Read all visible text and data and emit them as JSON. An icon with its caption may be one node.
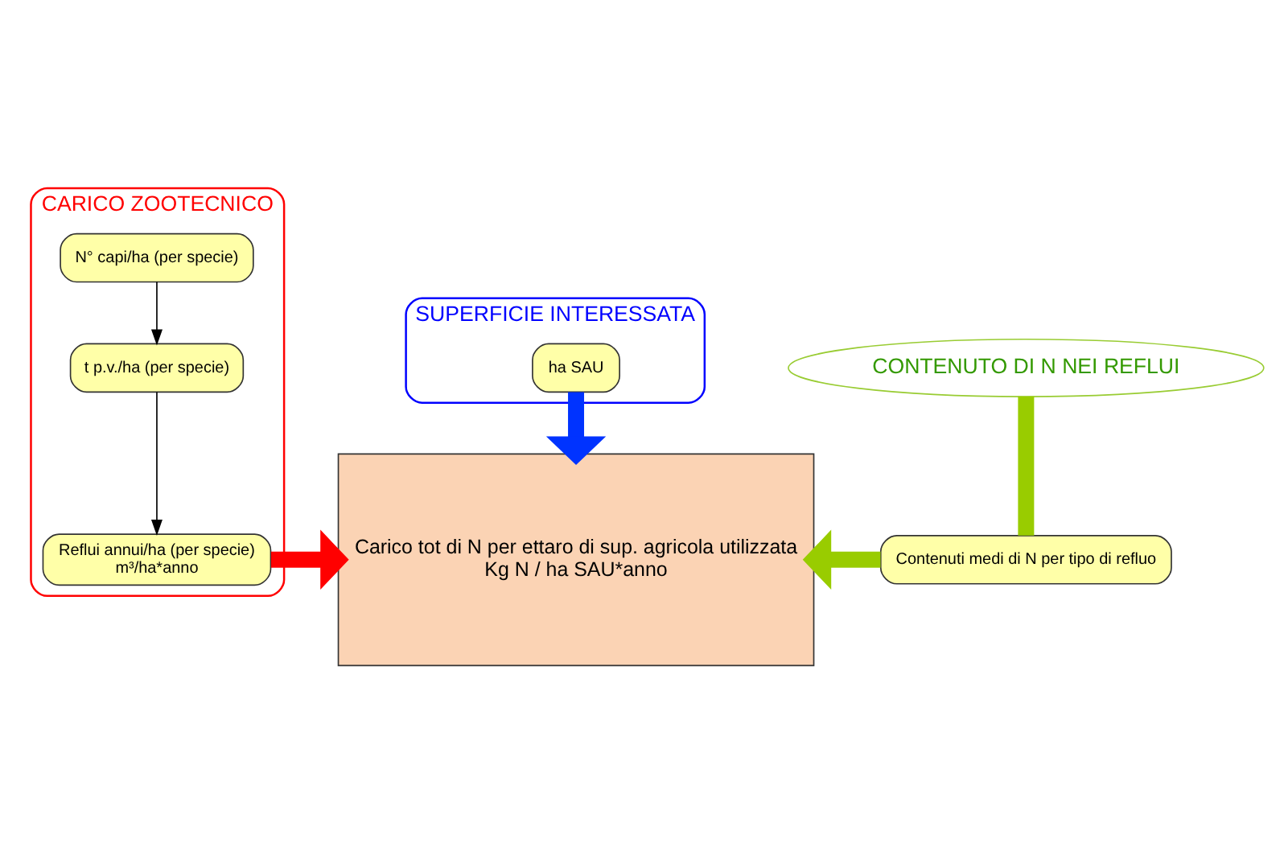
{
  "diagram": {
    "nodes": [
      {
        "text": [
          "CARICO ZOOTECNICO"
        ]
      },
      {
        "text": [
          "N° capi/ha (per specie)"
        ],
        "in": 0
      },
      {
        "text": [
          "t p.v./ha (per specie)"
        ],
        "in": 0
      },
      {
        "text": [
          "Reflui annui/ha (per specie)",
          "m³/ha*anno"
        ],
        "in": 0
      },
      {
        "text": [
          "SUPERFICIE INTERESSATA"
        ]
      },
      {
        "text": [
          "ha SAU"
        ],
        "in": 4
      },
      {
        "text": [
          "CONTENUTO DI N NEI REFLUI"
        ]
      },
      {
        "text": [
          "Carico tot di N per ettaro di sup. agricola utilizzata",
          "Kg N / ha SAU*anno"
        ]
      },
      {
        "text": [
          "Contenuti medi di N per tipo di refluo"
        ]
      }
    ],
    "edges": [
      {
        "from": 1,
        "to": 2,
        "arrow": "to"
      },
      {
        "from": 2,
        "to": 3,
        "arrow": "to"
      },
      {
        "from": 3,
        "to": 7,
        "arrow": "to",
        "color": "#ff0000"
      },
      {
        "from": 5,
        "to": 7,
        "arrow": "to",
        "color": "#0033ff"
      },
      {
        "from": 6,
        "to": 8,
        "arrow": "none",
        "color": "#99cc00"
      },
      {
        "from": 8,
        "to": 7,
        "arrow": "to",
        "color": "#99cc00"
      }
    ]
  }
}
